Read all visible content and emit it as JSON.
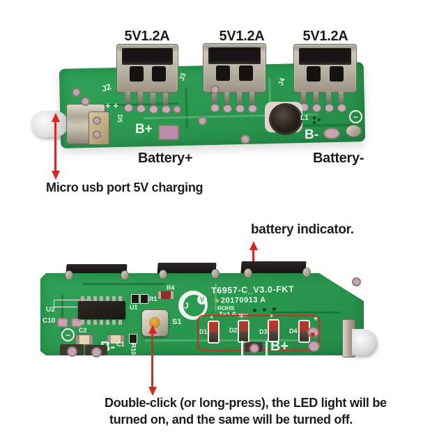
{
  "labels": {
    "port_ratings": [
      "5V1.2A",
      "5V1.2A",
      "5V1.2A"
    ],
    "battery_plus": "Battery+",
    "battery_minus": "Battery-",
    "micro_usb_caption": "Micro usb port 5V charging",
    "battery_indicator_caption": "battery indicator.",
    "button_note_line1": "Double-click (or long-press), the LED light will be",
    "button_note_line2": "turned on, and the same will be turned off."
  },
  "top_board": {
    "silkscreen": {
      "j2": "J2",
      "j3": "J3",
      "j4": "J4",
      "d5": "D5",
      "plus_marks": "+ +",
      "b_plus": "B+",
      "b_minus": "B-",
      "l1": "L1",
      "minus_symbol": "−"
    }
  },
  "bottom_board": {
    "silkscreen": {
      "model": "T6957-C_V3.0-FKT",
      "date_code": "20170913 A",
      "rohs": "ROHS",
      "t_marking": "T=1.0",
      "u1": "U1",
      "u2": "U2",
      "c10": "C10",
      "c1": "C1",
      "c2": "C2",
      "r1": "R1",
      "r4": "R4",
      "r10": "R10",
      "s1": "S1",
      "b_minus": "B-",
      "b_plus": "B+",
      "leds": [
        "D1",
        "D2",
        "D3",
        "D4"
      ],
      "minus_symbol": "−",
      "plus": "+",
      "logo_j": "J",
      "logo_v": "V"
    }
  },
  "colors": {
    "pcb_green": "#2b9a50",
    "annotation_red": "#d6281e",
    "silkscreen_white": "#eef4ec",
    "text_black": "#1c1c1c",
    "metal_grey": "#b7b0a2",
    "button_orange": "#d6992e"
  }
}
